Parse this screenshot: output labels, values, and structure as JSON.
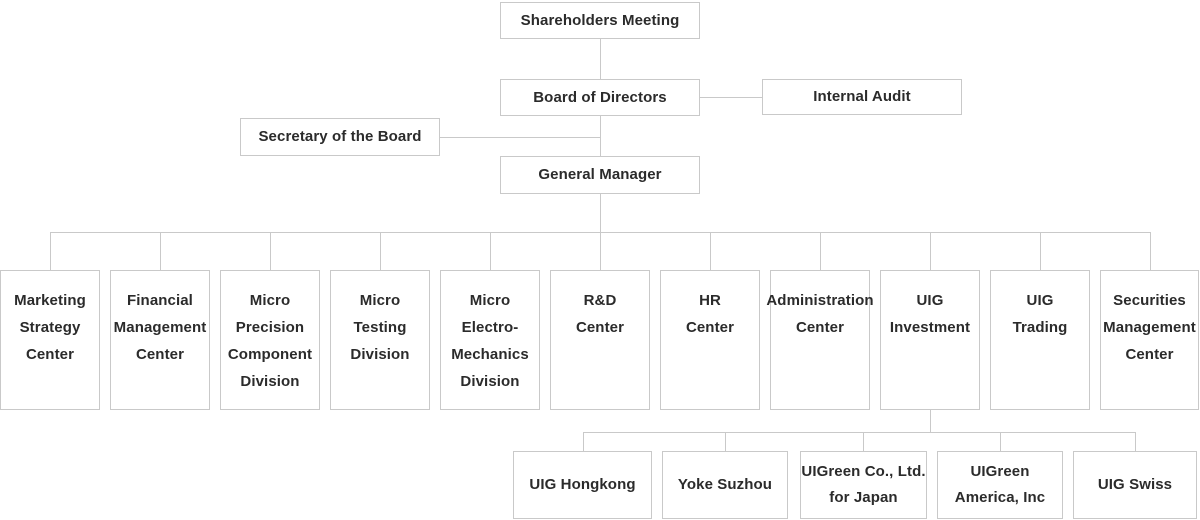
{
  "colors": {
    "border": "#c9c9c9",
    "line": "#c9c9c9",
    "text": "#2b2b2b",
    "background": "#ffffff"
  },
  "nodes": {
    "shareholders": "Shareholders Meeting",
    "board": "Board of Directors",
    "internal_audit": "Internal Audit",
    "secretary": "Secretary of the Board",
    "general_manager": "General Manager",
    "departments": [
      "Marketing\nStrategy\nCenter",
      "Financial\nManagement\nCenter",
      "Micro\nPrecision\nComponent\nDivision",
      "Micro\nTesting\nDivision",
      "Micro\nElectro-\nMechanics\nDivision",
      "R&D\nCenter",
      "HR\nCenter",
      "Administration\nCenter",
      "UIG\nInvestment",
      "UIG\nTrading",
      "Securities\nManagement\nCenter"
    ],
    "subsidiaries": [
      "UIG Hongkong",
      "Yoke Suzhou",
      "UIGreen Co., Ltd.\nfor Japan",
      "UIGreen\nAmerica, Inc",
      "UIG Swiss"
    ]
  }
}
